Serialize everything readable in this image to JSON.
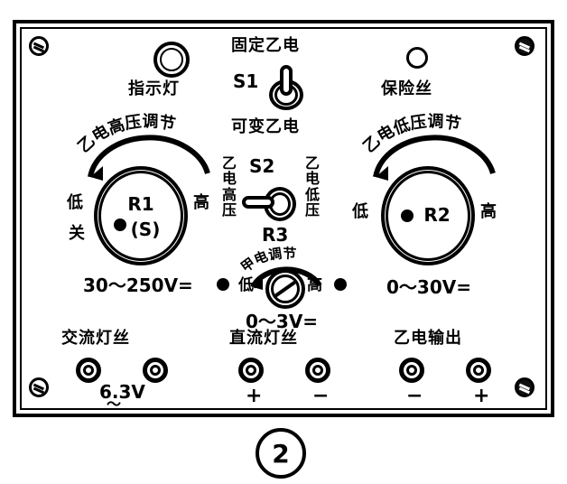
{
  "figure": {
    "number": "2"
  },
  "panel": {
    "indicator_lamp": {
      "label": "指示灯",
      "icon": "lamp-icon"
    },
    "fuse": {
      "label": "保险丝",
      "icon": "fuse-hole-icon"
    },
    "switch_s1": {
      "name": "S1",
      "label_top": "固定乙电",
      "label_bottom": "可变乙电",
      "icon": "toggle-switch-vertical-icon"
    },
    "switch_s2": {
      "name": "S2",
      "label_left": "乙电高压",
      "label_right": "乙电低压",
      "icon": "toggle-switch-horizontal-icon"
    },
    "knob_r1": {
      "name": "R1",
      "sub": "(S)",
      "arc_label": "乙电高压调节",
      "low": "低",
      "high": "高",
      "off": "关",
      "range": "30～250V="
    },
    "knob_r2": {
      "name": "R2",
      "arc_label": "乙电低压调节",
      "low": "低",
      "high": "高",
      "range": "0～30V="
    },
    "knob_r3": {
      "name": "R3",
      "arc_label": "甲电调节",
      "low": "低",
      "high": "高",
      "range": "0～3V="
    },
    "terminals": [
      {
        "group": "ac-filament",
        "title": "交流灯丝",
        "rating": "6.3V",
        "rating_mark": "～",
        "jacks": [
          {
            "name": "ac-filament-jack-left",
            "sign": ""
          },
          {
            "name": "ac-filament-jack-right",
            "sign": ""
          }
        ]
      },
      {
        "group": "dc-filament",
        "title": "直流灯丝",
        "jacks": [
          {
            "name": "dc-filament-jack-plus",
            "sign": "+"
          },
          {
            "name": "dc-filament-jack-minus",
            "sign": "−"
          }
        ]
      },
      {
        "group": "b-output",
        "title": "乙电输出",
        "jacks": [
          {
            "name": "b-output-jack-minus",
            "sign": "−"
          },
          {
            "name": "b-output-jack-plus",
            "sign": "+"
          }
        ]
      }
    ],
    "screws": [
      {
        "name": "screw-top-left"
      },
      {
        "name": "screw-top-right"
      },
      {
        "name": "screw-bottom-left"
      },
      {
        "name": "screw-bottom-right"
      }
    ]
  },
  "colors": {
    "ink": "#000000",
    "paper": "#ffffff"
  }
}
